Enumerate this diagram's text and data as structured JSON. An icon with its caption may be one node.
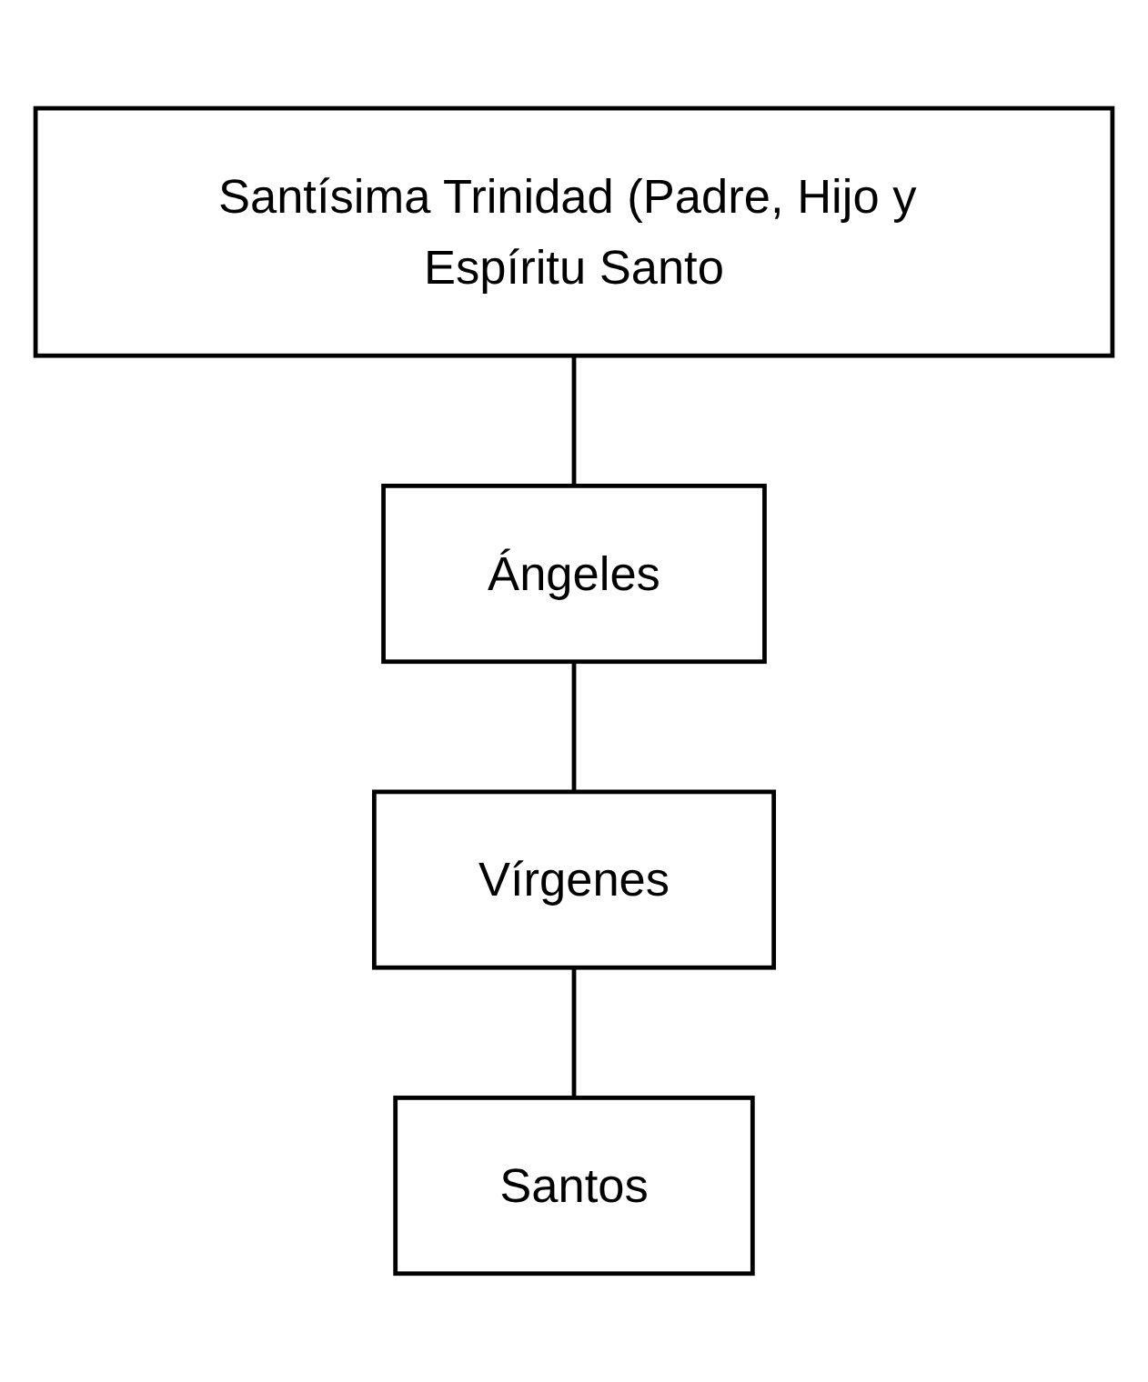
{
  "diagram": {
    "nodes": [
      {
        "text": [
          "Santísima Trinidad (Padre, Hijo y Espíritu Santo"
        ]
      },
      {
        "text": [
          "Ángeles"
        ]
      },
      {
        "text": [
          "Vírgenes"
        ]
      },
      {
        "text": [
          "Santos"
        ]
      }
    ],
    "edges": [
      {
        "from": 0,
        "to": 1,
        "arrow": "none"
      },
      {
        "from": 1,
        "to": 2,
        "arrow": "none"
      },
      {
        "from": 2,
        "to": 3,
        "arrow": "none"
      }
    ]
  }
}
